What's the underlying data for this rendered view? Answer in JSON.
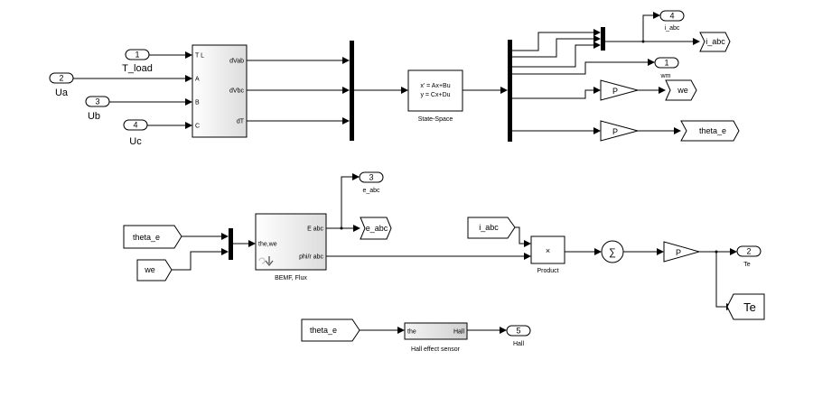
{
  "inports": {
    "p1": {
      "num": "1",
      "label": "T_load"
    },
    "p2": {
      "num": "2",
      "label": "Ua"
    },
    "p3": {
      "num": "3",
      "label": "Ub"
    },
    "p4": {
      "num": "4",
      "label": "Uc"
    }
  },
  "converter": {
    "in_ports": [
      "T L",
      "A",
      "B",
      "C"
    ],
    "out_ports": [
      "dVab",
      "dVbc",
      "dT"
    ]
  },
  "state_space": {
    "eq1": "x' = Ax+Bu",
    "eq2": "y = Cx+Du",
    "label": "State-Space"
  },
  "outports": {
    "o4": {
      "num": "4",
      "label": "i_abc"
    },
    "o1": {
      "num": "1",
      "label": "wm"
    },
    "o3": {
      "num": "3",
      "label": "e_abc"
    },
    "o2": {
      "num": "2",
      "label": "Te"
    },
    "o5": {
      "num": "5",
      "label": "Hall"
    }
  },
  "gotos": {
    "i_abc": "i_abc",
    "we": "we",
    "theta_e": "theta_e",
    "e_abc": "e_abc",
    "Te": "Te"
  },
  "froms": {
    "theta_e_1": "theta_e",
    "we": "we",
    "i_abc": "i_abc",
    "theta_e_2": "theta_e"
  },
  "gains": {
    "g1": "P",
    "g2": "P",
    "g3": "P"
  },
  "bemf": {
    "in_port": "the,we",
    "out_e": "E abc",
    "out_phi": "phi/r abc",
    "label": "BEMF, Flux"
  },
  "product": {
    "symbol": "×",
    "label": "Product"
  },
  "sum": {
    "symbol": "∑"
  },
  "hall": {
    "in_port": "the",
    "out_port": "Hall",
    "label": "Hall effect sensor"
  }
}
